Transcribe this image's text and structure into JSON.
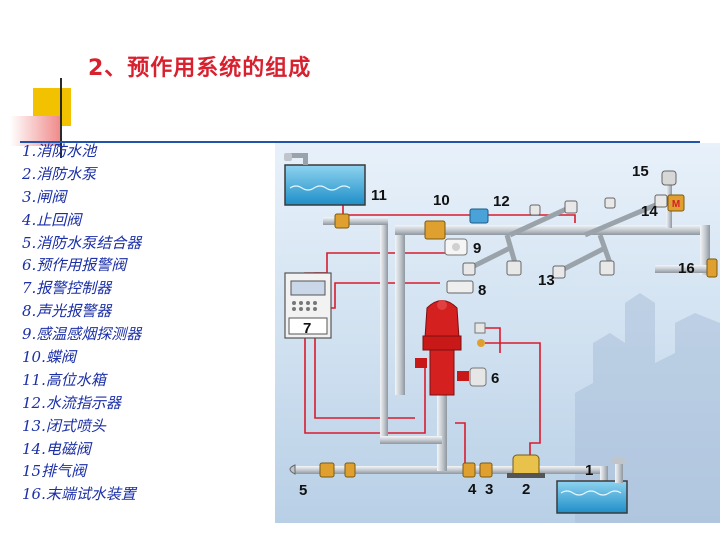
{
  "title": "2、预作用系统的组成",
  "components": [
    "1.消防水池",
    "2.消防水泵",
    "3.闸阀",
    "4.止回阀",
    "5.消防水泵结合器",
    "6.预作用报警阀",
    "7.报警控制器",
    "8.声光报警器",
    "9.感温感烟探测器",
    "10.蝶阀",
    "11.高位水箱",
    "12.水流指示器",
    "13.闭式喷头",
    "14.电磁阀",
    "15排气阀",
    "16.末端试水装置"
  ],
  "diagram": {
    "numbers": {
      "n1": "1",
      "n2": "2",
      "n3": "3",
      "n4": "4",
      "n5": "5",
      "n6": "6",
      "n7": "7",
      "n8": "8",
      "n9": "9",
      "n10": "10",
      "n11": "11",
      "n12": "12",
      "n13": "13",
      "n14": "14",
      "n15": "15",
      "n16": "16"
    },
    "valve_mark": "M"
  },
  "colors": {
    "title": "#d8202e",
    "legend_text": "#1b2fa6",
    "pipe": "#c9cdd2",
    "signal_wire": "#d81c2c",
    "water": "#33aadd"
  }
}
